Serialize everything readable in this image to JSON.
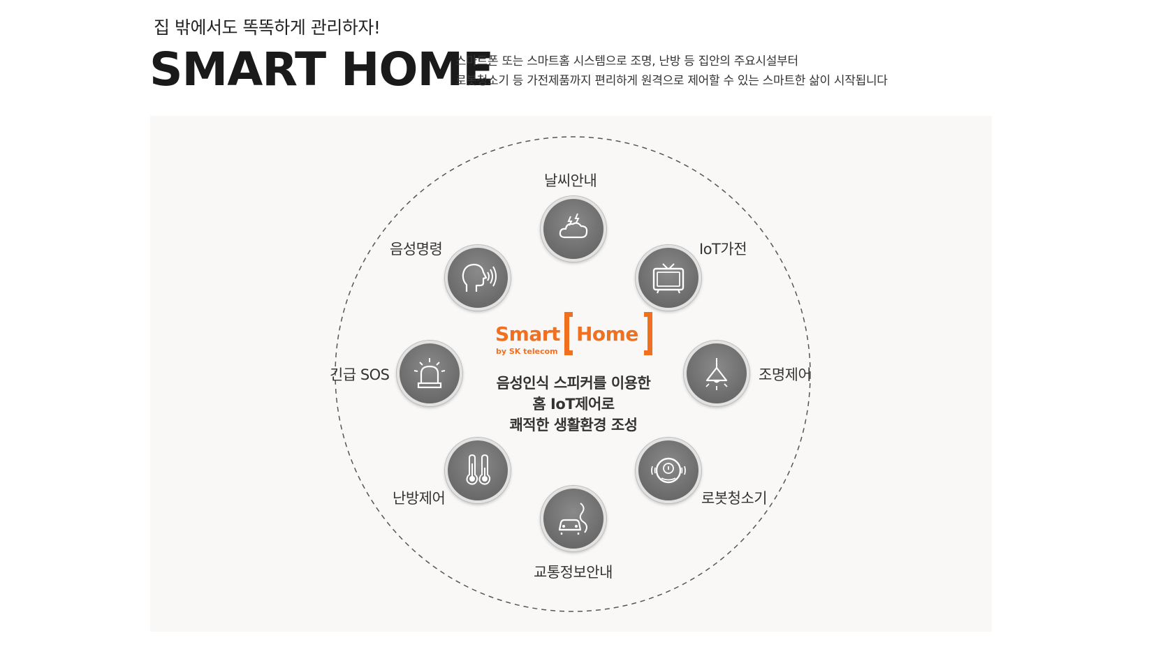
{
  "header": {
    "subtitle": "집 밖에서도 똑똑하게 관리하자!",
    "title": "SMART HOME",
    "desc_line1": "스마트폰 또는 스마트홈 시스템으로 조명, 난방 등 집안의 주요시설부터",
    "desc_line2": "로봇청소기 등 가전제품까지 편리하게 원격으로 제어할 수 있는 스마트한 삶이 시작됩니다"
  },
  "logo": {
    "smart": "Smart",
    "home": "Home",
    "by": "by SK telecom"
  },
  "center": {
    "line1": "음성인식 스피커를 이용한",
    "line2": "홈 IoT제어로",
    "line3": "쾌적한 생활환경 조성"
  },
  "features": {
    "weather": "날씨안내",
    "iot": "IoT가전",
    "lighting": "조명제어",
    "robot": "로봇청소기",
    "traffic": "교통정보안내",
    "heating": "난방제어",
    "sos": "긴급 SOS",
    "voice": "음성명령"
  },
  "icons": {
    "weather": "cloud-lightning-icon",
    "iot": "tv-icon",
    "lighting": "ceiling-lamp-icon",
    "robot": "robot-vacuum-icon",
    "traffic": "car-road-icon",
    "heating": "thermometer-icon",
    "sos": "siren-icon",
    "voice": "speaking-head-icon"
  },
  "colors": {
    "brand": "#f07020",
    "node": "#757575",
    "panel": "#f9f8f6"
  }
}
